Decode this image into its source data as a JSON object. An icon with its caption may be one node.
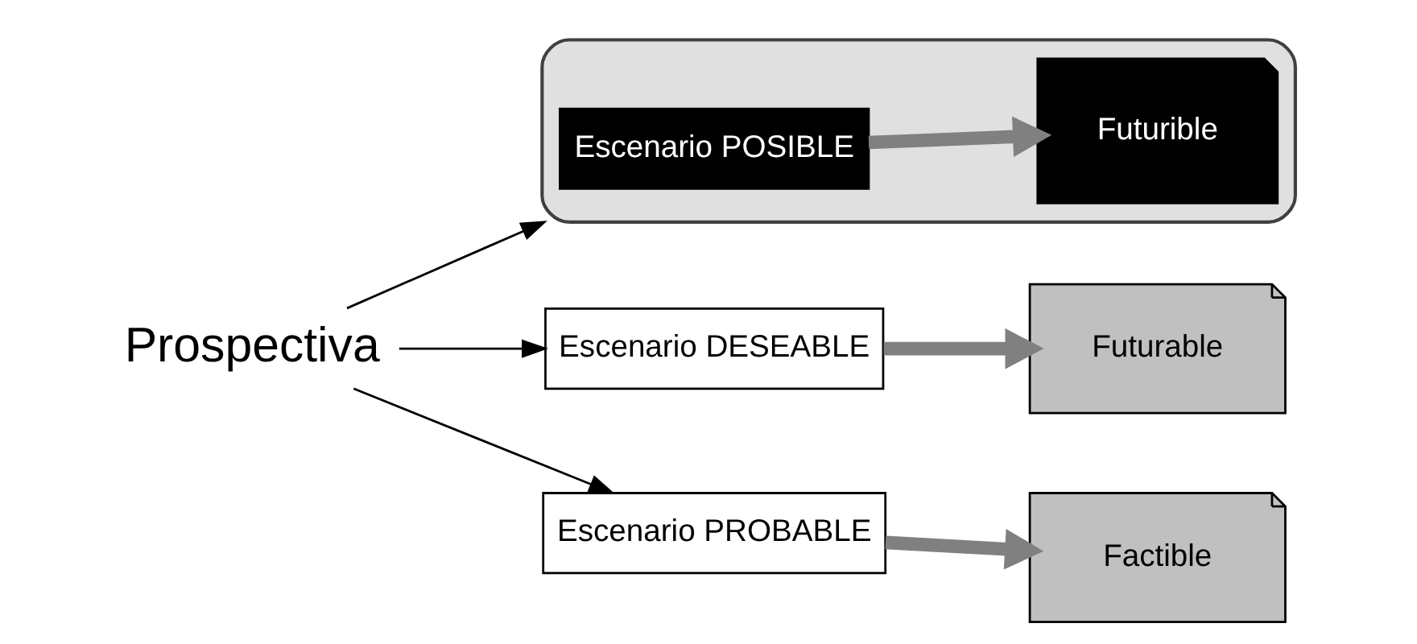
{
  "diagram": {
    "nodes": [
      {
        "text": [
          "Prospectiva"
        ]
      },
      {
        "text": [
          "Escenario DESEABLE"
        ]
      },
      {
        "text": [
          "Futurable"
        ]
      },
      {
        "text": [],
        "shape": "ellipse"
      },
      {
        "text": [
          "Escenario POSIBLE"
        ],
        "in": 3
      },
      {
        "text": [
          "Futurible"
        ],
        "in": 3
      },
      {
        "text": [
          "Escenario PROBABLE"
        ]
      },
      {
        "text": [
          "Factible"
        ]
      }
    ],
    "edges": [
      {
        "from": 0,
        "to": 1,
        "arrow": "to"
      },
      {
        "from": 0,
        "to": 3,
        "arrow": "to"
      },
      {
        "from": 0,
        "to": 6,
        "arrow": "to"
      },
      {
        "from": 1,
        "to": 2,
        "arrow": "to",
        "style": "thick",
        "color": "#808080"
      },
      {
        "from": 4,
        "to": 5,
        "arrow": "to",
        "style": "thick",
        "color": "#808080"
      },
      {
        "from": 6,
        "to": 7,
        "arrow": "to",
        "style": "thick",
        "color": "#808080"
      }
    ]
  }
}
